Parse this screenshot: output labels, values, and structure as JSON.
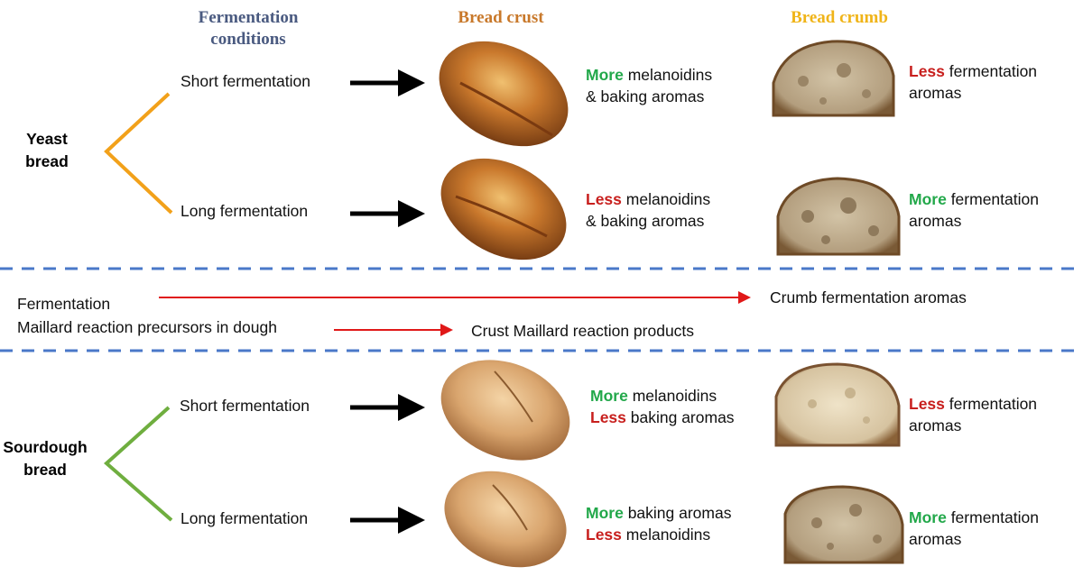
{
  "headers": {
    "fermentation_conditions": "Fermentation conditions",
    "bread_crust": "Bread crust",
    "bread_crumb": "Bread crumb"
  },
  "colors": {
    "fermentation_header": "#4a5a80",
    "crust_header": "#c8782a",
    "crumb_header": "#f0b418",
    "more": "#22a84a",
    "less": "#c8201e",
    "yeast_branch": "#f2a11a",
    "sourdough_branch": "#6fae3f",
    "divider": "#4a78c8",
    "red_arrow": "#e01818",
    "black_arrow": "#000000"
  },
  "yeast": {
    "label": "Yeast bread",
    "rows": [
      {
        "condition": "Short fermentation",
        "crust_word": "More",
        "crust_rest": "melanoidins",
        "crust_line2": "& baking aromas",
        "crumb_word": "Less",
        "crumb_rest": "fermentation",
        "crumb_line2": "aromas"
      },
      {
        "condition": "Long fermentation",
        "crust_word": "Less",
        "crust_rest": "melanoidins",
        "crust_line2": "& baking aromas",
        "crumb_word": "More",
        "crumb_rest": "fermentation",
        "crumb_line2": "aromas"
      }
    ]
  },
  "middle": {
    "fermentation": "Fermentation",
    "crumb_aromas": "Crumb fermentation aromas",
    "precursors": "Maillard reaction precursors in dough",
    "crust_products": "Crust Maillard reaction products"
  },
  "sourdough": {
    "label": "Sourdough bread",
    "rows": [
      {
        "condition": "Short fermentation",
        "crust_word1": "More",
        "crust_rest1": "melanoidins",
        "crust_word2": "Less",
        "crust_rest2": "baking aromas",
        "crumb_word": "Less",
        "crumb_rest": "fermentation",
        "crumb_line2": "aromas"
      },
      {
        "condition": "Long fermentation",
        "crust_word1": "More",
        "crust_rest1": "baking aromas",
        "crust_word2": "Less",
        "crust_rest2": "melanoidins",
        "crumb_word": "More",
        "crumb_rest": "fermentation",
        "crumb_line2": "aromas"
      }
    ]
  }
}
